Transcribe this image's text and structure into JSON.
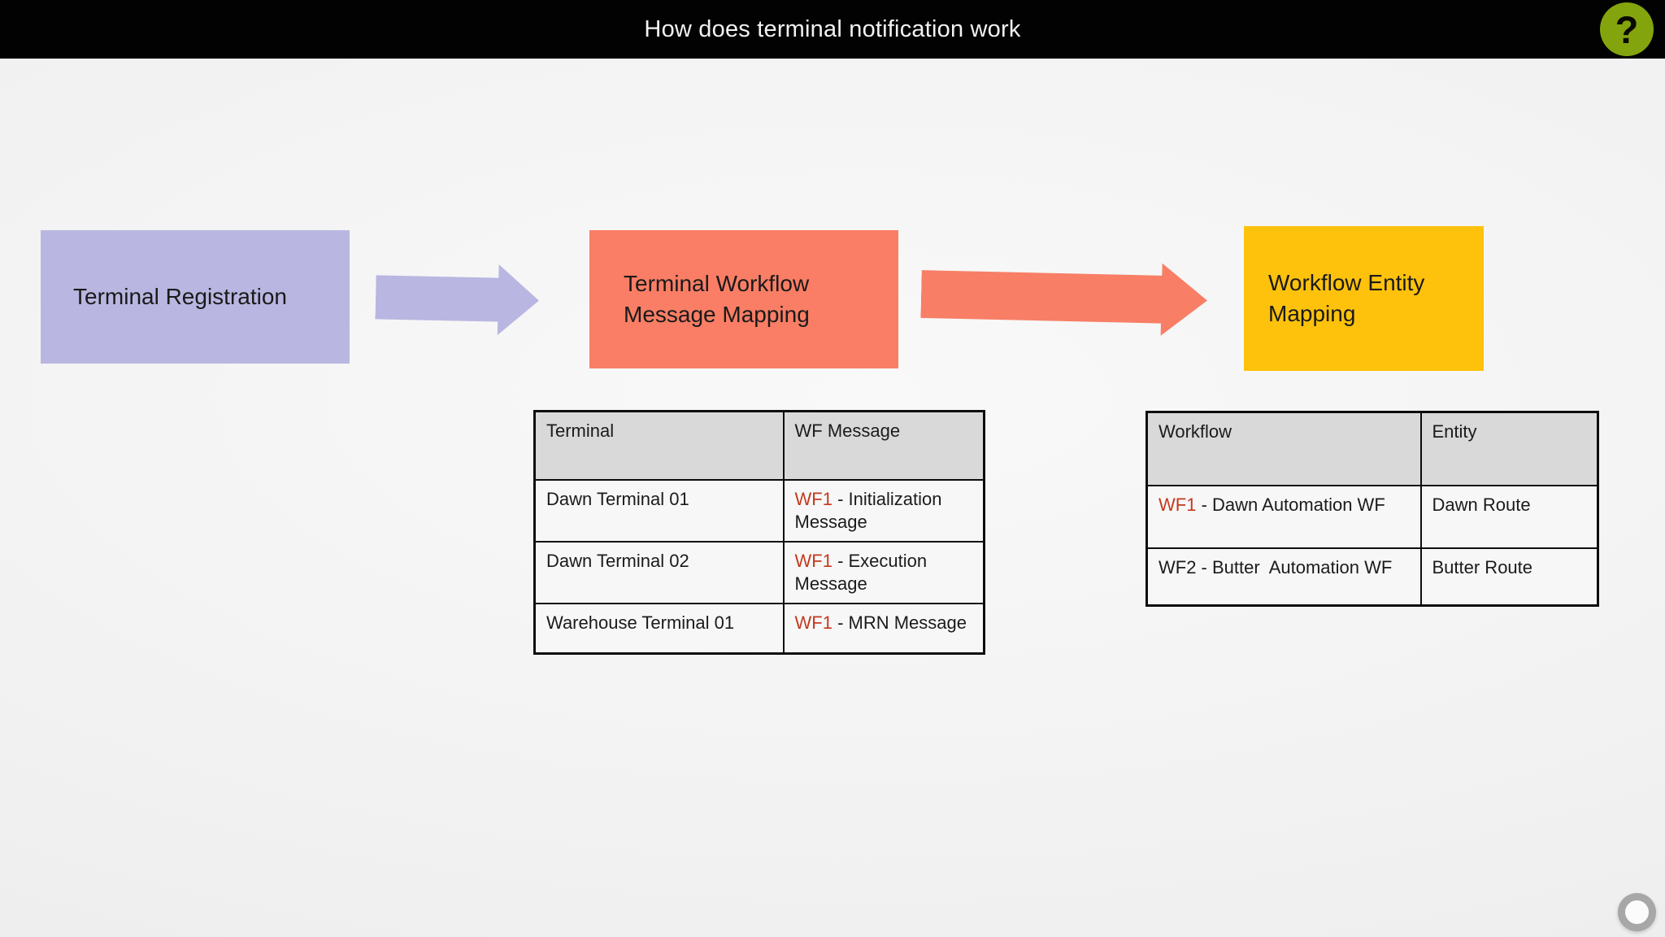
{
  "header": {
    "title": "How does terminal notification work",
    "help_glyph": "?"
  },
  "flow": {
    "boxes": [
      {
        "label": "Terminal Registration",
        "fill": "#B9B7E1"
      },
      {
        "label": "Terminal Workflow Message Mapping",
        "fill": "#F97E65"
      },
      {
        "label": "Workflow Entity Mapping",
        "fill": "#FEC20D"
      }
    ],
    "arrows": [
      {
        "name": "registration-to-message-mapping",
        "fill": "#B9B7E1"
      },
      {
        "name": "message-mapping-to-entity-mapping",
        "fill": "#F87E66"
      }
    ]
  },
  "terminal_table": {
    "headers": [
      "Terminal",
      "WF Message"
    ],
    "rows": [
      {
        "terminal": "Dawn Terminal 01",
        "message_prefix": "WF1",
        "message_rest": " - Initialization Message"
      },
      {
        "terminal": "Dawn Terminal 02",
        "message_prefix": "WF1",
        "message_rest": " - Execution Message"
      },
      {
        "terminal": "Warehouse Terminal 01",
        "message_prefix": "WF1",
        "message_rest": " - MRN Message"
      }
    ]
  },
  "workflow_table": {
    "headers": [
      "Workflow",
      "Entity"
    ],
    "rows": [
      {
        "workflow_prefix": "WF1",
        "workflow_rest": " - Dawn Automation WF",
        "entity": "Dawn Route"
      },
      {
        "workflow_prefix": "",
        "workflow_rest": "WF2 - Butter  Automation WF",
        "entity": "Butter Route"
      }
    ]
  },
  "colors": {
    "title_bar": "#020202",
    "title_text": "#F2F2F2",
    "box_lavender": "#B9B7E1",
    "box_salmon": "#F97E65",
    "box_gold": "#FEC20D",
    "wf_highlight_red": "#C33A1F",
    "table_header_fill": "#D9D9D9",
    "table_border": "#0D0D0D",
    "help_button_green": "#84A40D",
    "camera_ring_gray": "#A7A7A7"
  }
}
